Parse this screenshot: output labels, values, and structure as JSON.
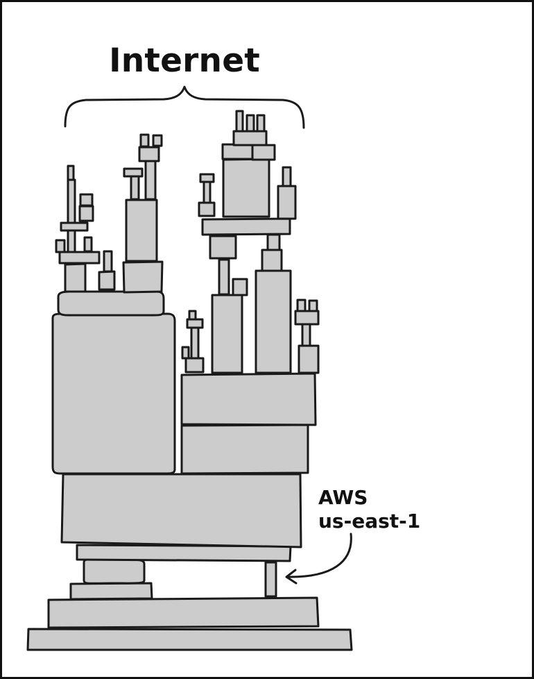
{
  "comic": {
    "title": "Internet",
    "label": {
      "line1": "AWS",
      "line2": "us-east-1"
    },
    "fill_color": "#cccccc",
    "stroke_color": "#1a1a1a",
    "background_color": "#ffffff"
  }
}
